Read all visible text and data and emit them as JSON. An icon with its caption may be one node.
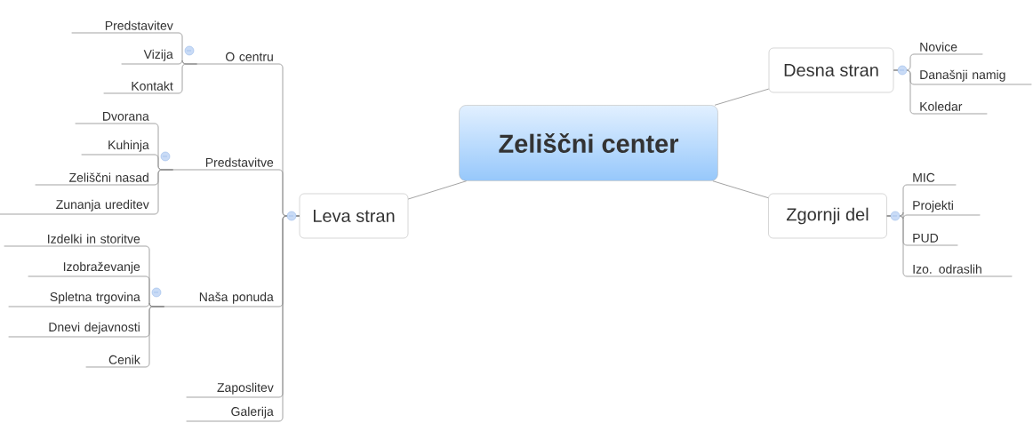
{
  "diagram": {
    "nodes": [
      {
        "text": [
          "Zeliščni center"
        ]
      },
      {
        "text": [
          "Leva stran"
        ]
      },
      {
        "text": [
          "O centru"
        ]
      },
      {
        "text": [
          "Predstavitev"
        ]
      },
      {
        "text": [
          "Vizija"
        ]
      },
      {
        "text": [
          "Kontakt"
        ]
      },
      {
        "text": [
          "Predstavitve"
        ]
      },
      {
        "text": [
          "Dvorana"
        ]
      },
      {
        "text": [
          "Kuhinja"
        ]
      },
      {
        "text": [
          "Zeliščni nasad"
        ]
      },
      {
        "text": [
          "Zunanja ureditev"
        ]
      },
      {
        "text": [
          "Naša ponuda"
        ]
      },
      {
        "text": [
          "Izdelki in storitve"
        ]
      },
      {
        "text": [
          "Izobraževanje"
        ]
      },
      {
        "text": [
          "Spletna trgovina"
        ]
      },
      {
        "text": [
          "Dnevi dejavnosti"
        ]
      },
      {
        "text": [
          "Cenik"
        ]
      },
      {
        "text": [
          "Zaposlitev"
        ]
      },
      {
        "text": [
          "Galerija"
        ]
      },
      {
        "text": [
          "Desna stran"
        ]
      },
      {
        "text": [
          "Novice"
        ]
      },
      {
        "text": [
          "Današnji namig"
        ]
      },
      {
        "text": [
          "Koledar"
        ]
      },
      {
        "text": [
          "Zgornji del"
        ]
      },
      {
        "text": [
          "MIC"
        ]
      },
      {
        "text": [
          "Projekti"
        ]
      },
      {
        "text": [
          "PUD"
        ]
      },
      {
        "text": [
          "Izo. odraslih"
        ]
      }
    ],
    "edges": [
      {
        "from": 0,
        "to": 1,
        "arrow": "none"
      },
      {
        "from": 1,
        "to": 2,
        "arrow": "none"
      },
      {
        "from": 2,
        "to": 3,
        "arrow": "none"
      },
      {
        "from": 2,
        "to": 4,
        "arrow": "none"
      },
      {
        "from": 2,
        "to": 5,
        "arrow": "none"
      },
      {
        "from": 1,
        "to": 6,
        "arrow": "none"
      },
      {
        "from": 6,
        "to": 7,
        "arrow": "none"
      },
      {
        "from": 6,
        "to": 8,
        "arrow": "none"
      },
      {
        "from": 6,
        "to": 9,
        "arrow": "none"
      },
      {
        "from": 6,
        "to": 10,
        "arrow": "none"
      },
      {
        "from": 1,
        "to": 11,
        "arrow": "none"
      },
      {
        "from": 11,
        "to": 12,
        "arrow": "none"
      },
      {
        "from": 11,
        "to": 13,
        "arrow": "none"
      },
      {
        "from": 11,
        "to": 14,
        "arrow": "none"
      },
      {
        "from": 11,
        "to": 15,
        "arrow": "none"
      },
      {
        "from": 11,
        "to": 16,
        "arrow": "none"
      },
      {
        "from": 1,
        "to": 17,
        "arrow": "none"
      },
      {
        "from": 1,
        "to": 18,
        "arrow": "none"
      },
      {
        "from": 0,
        "to": 19,
        "arrow": "none"
      },
      {
        "from": 19,
        "to": 20,
        "arrow": "none"
      },
      {
        "from": 19,
        "to": 21,
        "arrow": "none"
      },
      {
        "from": 19,
        "to": 22,
        "arrow": "none"
      },
      {
        "from": 0,
        "to": 23,
        "arrow": "none"
      },
      {
        "from": 23,
        "to": 24,
        "arrow": "none"
      },
      {
        "from": 23,
        "to": 25,
        "arrow": "none"
      },
      {
        "from": 23,
        "to": 26,
        "arrow": "none"
      },
      {
        "from": 23,
        "to": 27,
        "arrow": "none"
      }
    ]
  }
}
